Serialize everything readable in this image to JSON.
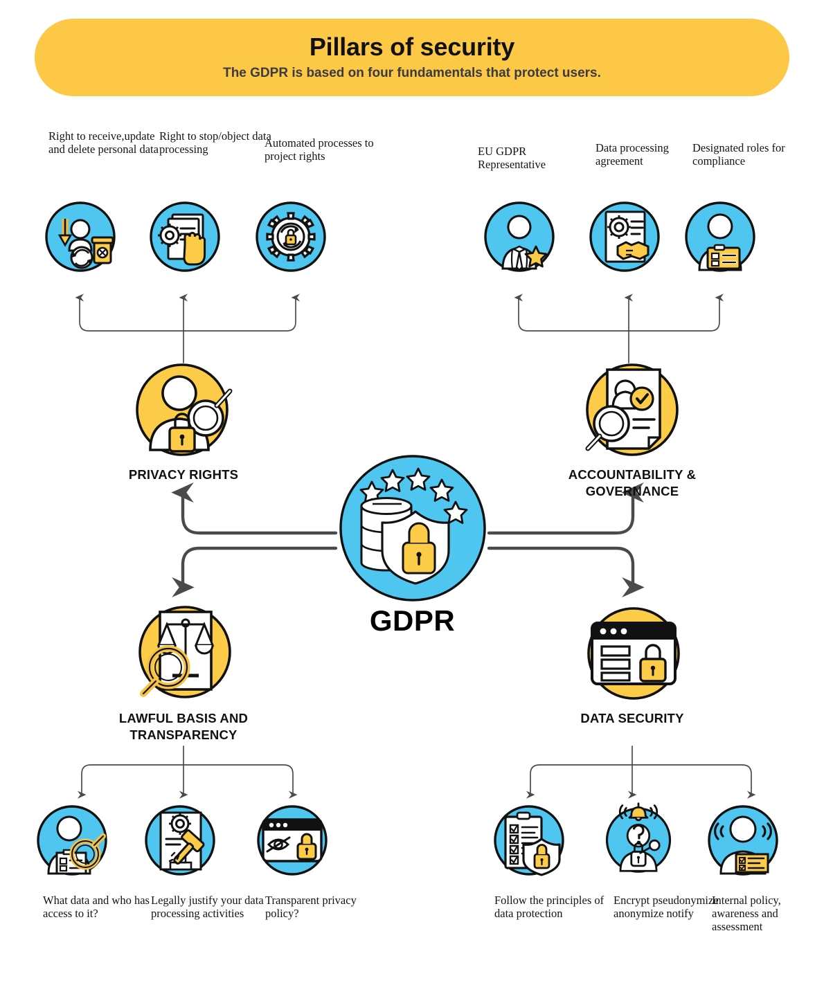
{
  "colors": {
    "banner": "#fcc846",
    "yellow": "#fccc48",
    "yellow_deep": "#f6c243",
    "blue": "#4fc6ef",
    "line": "#4a4a4a",
    "ink": "#111111",
    "white": "#ffffff"
  },
  "header": {
    "title": "Pillars of security",
    "subtitle": "The GDPR is based on four fundamentals that protect users."
  },
  "center": {
    "label": "GDPR",
    "icon": "gdpr-database-shield-lock-eu-stars-icon"
  },
  "pillars": [
    {
      "id": "privacy-rights",
      "label": "PRIVACY RIGHTS",
      "icon": "user-lock-magnifier-icon",
      "leaves": [
        {
          "id": "right-to-receive-update-delete",
          "label": "Right to receive,update and delete personal data",
          "icon": "user-download-recycle-trash-icon"
        },
        {
          "id": "right-to-stop-object",
          "label": "Right to stop/object data processing",
          "icon": "document-gear-hand-stop-icon"
        },
        {
          "id": "automated-processes",
          "label": "Automated processes to project rights",
          "icon": "gear-refresh-lock-icon"
        }
      ]
    },
    {
      "id": "accountability-governance",
      "label": "ACCOUNTABILITY & GOVERNANCE",
      "icon": "document-user-check-magnifier-icon",
      "leaves": [
        {
          "id": "eu-gdpr-representative",
          "label": "EU GDPR Representative",
          "icon": "person-tie-star-icon"
        },
        {
          "id": "data-processing-agreement",
          "label": "Data processing agreement",
          "icon": "document-gear-handshake-icon"
        },
        {
          "id": "designated-roles-compliance",
          "label": "Designated roles for compliance",
          "icon": "person-id-badge-icon"
        }
      ]
    },
    {
      "id": "lawful-basis-transparency",
      "label": "LAWFUL BASIS AND TRANSPARENCY",
      "icon": "scales-document-magnifier-icon",
      "leaves": [
        {
          "id": "what-data-who-access",
          "label": "What data and who has access to it?",
          "icon": "person-id-card-magnifier-icon"
        },
        {
          "id": "legally-justify",
          "label": "Legally justify your data processing activities",
          "icon": "document-gear-gavel-icon"
        },
        {
          "id": "transparent-privacy-policy",
          "label": "Transparent privacy policy?",
          "icon": "browser-hidden-eye-lock-icon"
        }
      ]
    },
    {
      "id": "data-security",
      "label": "DATA SECURITY",
      "icon": "browser-form-lock-icon",
      "leaves": [
        {
          "id": "follow-principles",
          "label": "Follow the principles of data protection",
          "icon": "checklist-shield-lock-icon"
        },
        {
          "id": "encrypt-pseudonymize",
          "label": "Encrypt pseudonymize anonymize notify",
          "icon": "question-person-bell-key-lock-icon"
        },
        {
          "id": "internal-policy-awareness",
          "label": "Internal policy, awareness and assessment",
          "icon": "person-checklist-card-sound-icon"
        }
      ]
    }
  ]
}
